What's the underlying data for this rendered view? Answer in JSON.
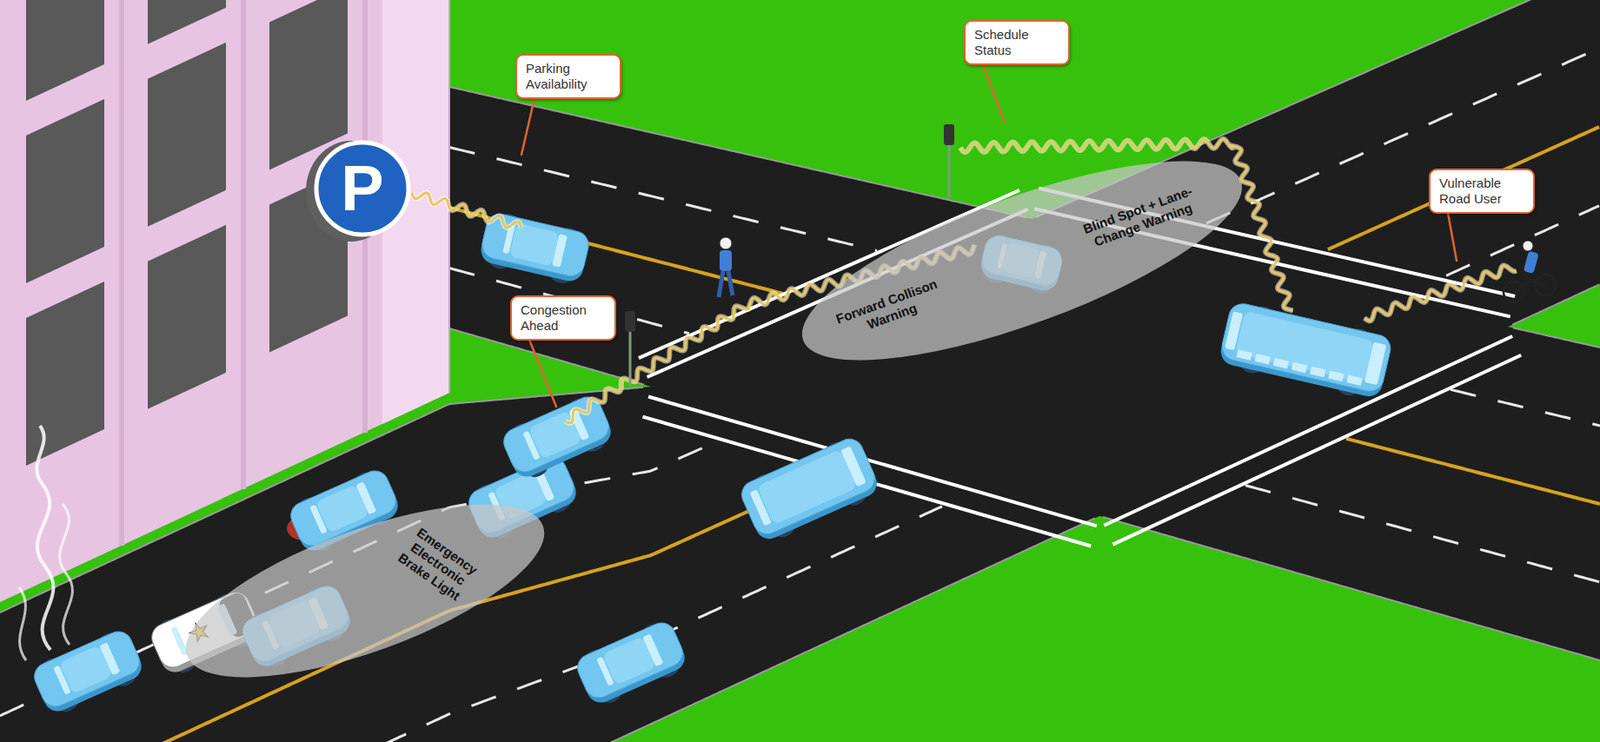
{
  "diagram": {
    "nodes": [
      {
        "text": [
          "Schedule Status"
        ]
      },
      {
        "text": [
          "Parking Availability"
        ]
      },
      {
        "text": [
          "P"
        ]
      },
      {
        "text": [
          "Vulnerable Road User"
        ]
      },
      {
        "text": [
          "Forward Collison Warning",
          "Blind Spot + Lane-Change Warning"
        ]
      },
      {
        "text": [
          "Congestion Ahead"
        ]
      },
      {
        "text": [
          "Emergency Electronic Brake Light"
        ]
      }
    ]
  }
}
